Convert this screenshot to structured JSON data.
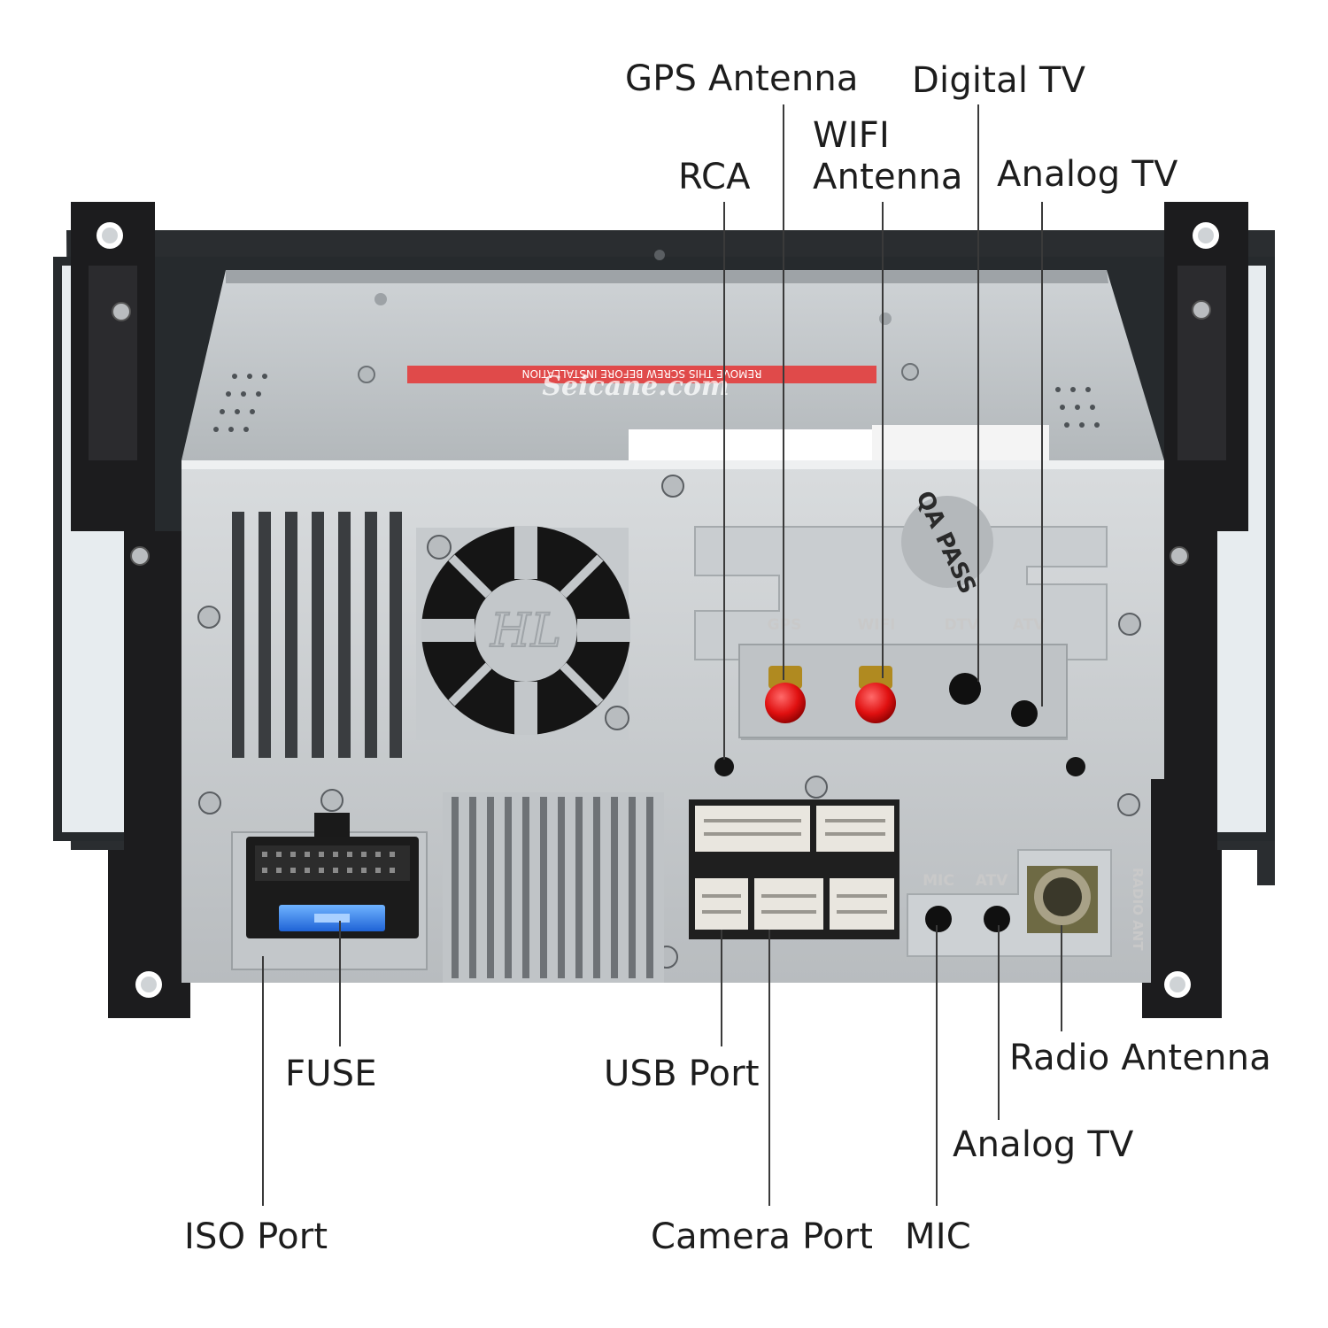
{
  "labels": {
    "gps_antenna": "GPS Antenna",
    "digital_tv": "Digital TV",
    "wifi_antenna_l1": "WIFI",
    "wifi_antenna_l2": "Antenna",
    "rca": "RCA",
    "analog_tv_top": "Analog TV",
    "fuse": "FUSE",
    "usb_port": "USB Port",
    "radio_antenna": "Radio Antenna",
    "analog_tv_bottom": "Analog TV",
    "iso_port": "ISO Port",
    "camera_port": "Camera Port",
    "mic": "MIC"
  },
  "panel": {
    "gps": "GPS",
    "wifi": "WIFI",
    "dtv": "DTV",
    "atv": "ATV",
    "mic": "MIC",
    "atv2": "ATV",
    "radio_ant": "RADIO ANT",
    "fan_logo": "HL",
    "qa_pass": "QA PASS",
    "watermark": "Seicane.com",
    "warning_sticker": "REMOVE THIS SCREW BEFORE INSTALLATION"
  }
}
